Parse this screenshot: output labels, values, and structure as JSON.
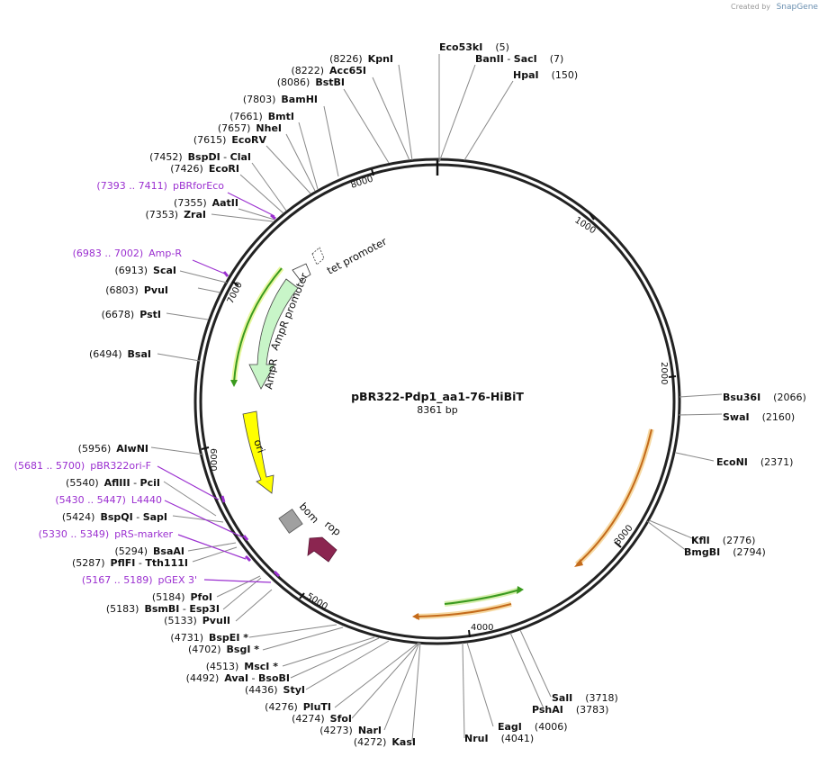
{
  "plasmid": {
    "name": "pBR322-Pdp1_aa1-76-HiBiT",
    "length_label": "8361 bp",
    "length": 8361
  },
  "watermark": {
    "prefix": "Created by",
    "brand": "SnapGene"
  },
  "ticks": [
    {
      "label": "1000"
    },
    {
      "label": "2000"
    },
    {
      "label": "3000"
    },
    {
      "label": "4000"
    },
    {
      "label": "5000"
    },
    {
      "label": "6000"
    },
    {
      "label": "7000"
    },
    {
      "label": "8000"
    }
  ],
  "sites": [
    {
      "name": "Eco53kI",
      "pos": "(5)"
    },
    {
      "name": "BanII",
      "extra": "SacI",
      "pos": "(7)"
    },
    {
      "name": "HpaI",
      "pos": "(150)"
    },
    {
      "name": "KpnI",
      "pos": "(8226)"
    },
    {
      "name": "Acc65I",
      "pos": "(8222)"
    },
    {
      "name": "BstBI",
      "pos": "(8086)"
    },
    {
      "name": "BamHI",
      "pos": "(7803)"
    },
    {
      "name": "BmtI",
      "pos": "(7661)"
    },
    {
      "name": "NheI",
      "pos": "(7657)"
    },
    {
      "name": "EcoRV",
      "pos": "(7615)"
    },
    {
      "name": "BspDI",
      "extra": "ClaI",
      "pos": "(7452)"
    },
    {
      "name": "EcoRI",
      "pos": "(7426)"
    },
    {
      "name": "AatII",
      "pos": "(7355)"
    },
    {
      "name": "ZraI",
      "pos": "(7353)"
    },
    {
      "name": "ScaI",
      "pos": "(6913)"
    },
    {
      "name": "PvuI",
      "pos": "(6803)"
    },
    {
      "name": "PstI",
      "pos": "(6678)"
    },
    {
      "name": "BsaI",
      "pos": "(6494)"
    },
    {
      "name": "AlwNI",
      "pos": "(5956)"
    },
    {
      "name": "AflIII",
      "extra": "PciI",
      "pos": "(5540)"
    },
    {
      "name": "BspQI",
      "extra": "SapI",
      "pos": "(5424)"
    },
    {
      "name": "BsaAI",
      "pos": "(5294)"
    },
    {
      "name": "PflFI",
      "extra": "Tth111I",
      "pos": "(5287)"
    },
    {
      "name": "PfoI",
      "pos": "(5184)"
    },
    {
      "name": "BsmBI",
      "extra": "Esp3I",
      "pos": "(5183)"
    },
    {
      "name": "PvuII",
      "pos": "(5133)"
    },
    {
      "name": "BspEI *",
      "pos": "(4731)"
    },
    {
      "name": "BsgI *",
      "pos": "(4702)"
    },
    {
      "name": "MscI *",
      "pos": "(4513)"
    },
    {
      "name": "AvaI",
      "extra": "BsoBI",
      "pos": "(4492)"
    },
    {
      "name": "StyI",
      "pos": "(4436)"
    },
    {
      "name": "PluTI",
      "pos": "(4276)"
    },
    {
      "name": "SfoI",
      "pos": "(4274)"
    },
    {
      "name": "NarI",
      "pos": "(4273)"
    },
    {
      "name": "KasI",
      "pos": "(4272)"
    },
    {
      "name": "NruI",
      "pos": "(4041)"
    },
    {
      "name": "EagI",
      "pos": "(4006)"
    },
    {
      "name": "PshAI",
      "pos": "(3783)"
    },
    {
      "name": "SalI",
      "pos": "(3718)"
    },
    {
      "name": "BmgBI",
      "pos": "(2794)"
    },
    {
      "name": "KflI",
      "pos": "(2776)"
    },
    {
      "name": "EcoNI",
      "pos": "(2371)"
    },
    {
      "name": "SwaI",
      "pos": "(2160)"
    },
    {
      "name": "Bsu36I",
      "pos": "(2066)"
    }
  ],
  "primers": [
    {
      "range": "(7393 .. 7411)",
      "name": "pBRforEco"
    },
    {
      "range": "(6983 .. 7002)",
      "name": "Amp-R"
    },
    {
      "range": "(5681 .. 5700)",
      "name": "pBR322ori-F"
    },
    {
      "range": "(5430 .. 5447)",
      "name": "L4440"
    },
    {
      "range": "(5330 .. 5349)",
      "name": "pRS-marker"
    },
    {
      "range": "(5167 .. 5189)",
      "name": "pGEX 3'"
    }
  ],
  "features": [
    {
      "name": "tet promoter",
      "color": "#ffffff"
    },
    {
      "name": "AmpR promoter",
      "color": "#d7f5d3"
    },
    {
      "name": "AmpR",
      "color": "#c8f5c8"
    },
    {
      "name": "ori",
      "color": "#ffff00"
    },
    {
      "name": "bom",
      "color": "#a0a0a0"
    },
    {
      "name": "rop",
      "color": "#8b2550"
    }
  ],
  "colors": {
    "primer": "#9b30d0",
    "orf_green": "#3a9a1e",
    "orf_orange": "#c46a1a",
    "orf_halo": "#f6d9a3"
  }
}
